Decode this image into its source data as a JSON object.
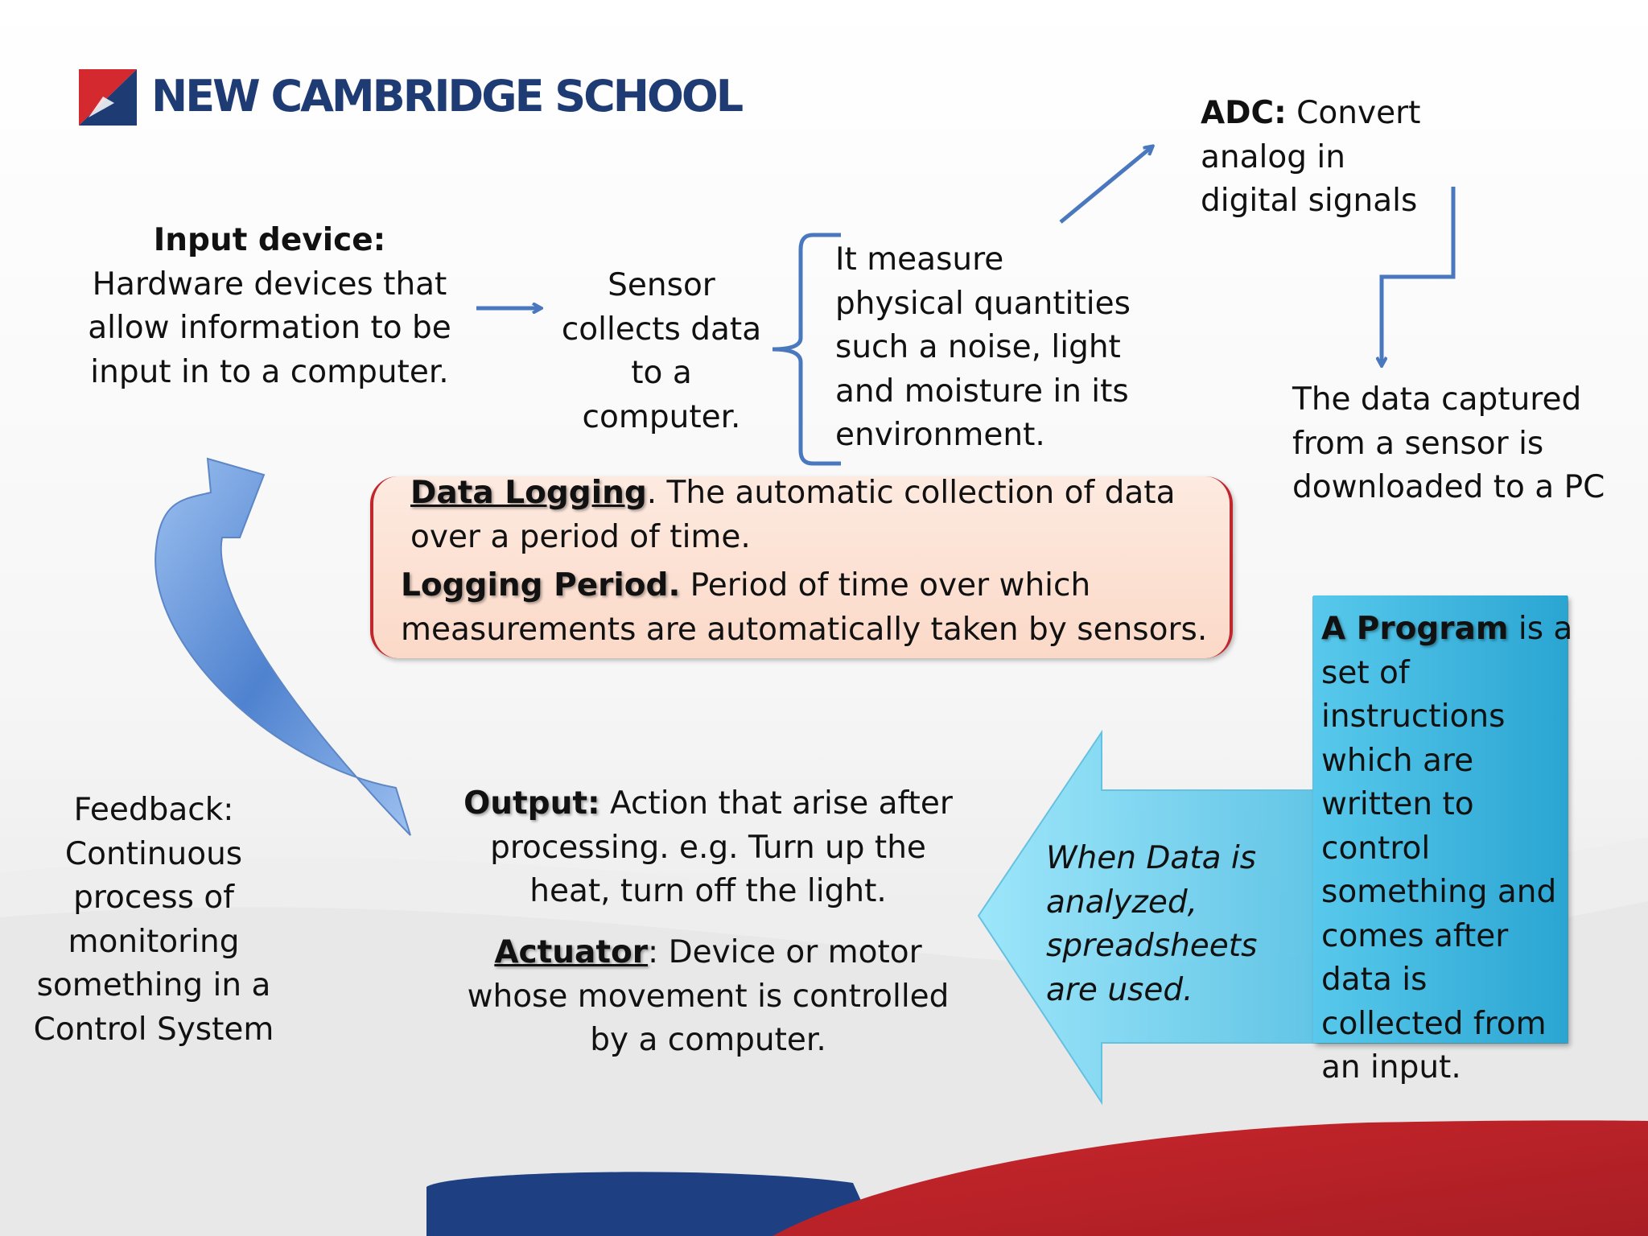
{
  "logo": {
    "text": "NEW CAMBRIDGE SCHOOL"
  },
  "input_device": {
    "term": "Input device:",
    "definition": " Hardware devices that allow information to be input in to a computer."
  },
  "sensor": {
    "text": "Sensor collects data to a computer."
  },
  "measure": {
    "text": "It measure physical quantities such a noise, light and moisture in its environment."
  },
  "adc": {
    "term": "ADC:",
    "definition": " Convert analog in digital signals"
  },
  "downloaded": {
    "text": "The data captured from a sensor is downloaded to a PC"
  },
  "data_logging": {
    "term1": "Data Logging",
    "def1": ". The automatic collection of data over a period of time.",
    "term2": "Logging Period.",
    "def2": " Period of time over which measurements are automatically taken by sensors."
  },
  "program": {
    "term": "A Program",
    "definition": " is a set of instructions which are written to control something and comes after data is collected from an input."
  },
  "analyzed": {
    "text": "When Data is analyzed, spreadsheets are used."
  },
  "output": {
    "term": "Output:",
    "definition": " Action that arise after processing. e.g.  Turn up the heat, turn off the light."
  },
  "actuator": {
    "term": "Actuator",
    "definition": ": Device or motor whose movement is controlled by a computer."
  },
  "feedback": {
    "text": "Feedback: Continuous process of monitoring something in a Control System"
  },
  "colors": {
    "arrow_blue": "#4a78bf",
    "program_blue": "#3bb3d9",
    "logging_fill": "#fde3d6",
    "logging_border": "#c0272d",
    "brand_navy": "#1f3b73",
    "brand_red": "#d42a2f"
  }
}
